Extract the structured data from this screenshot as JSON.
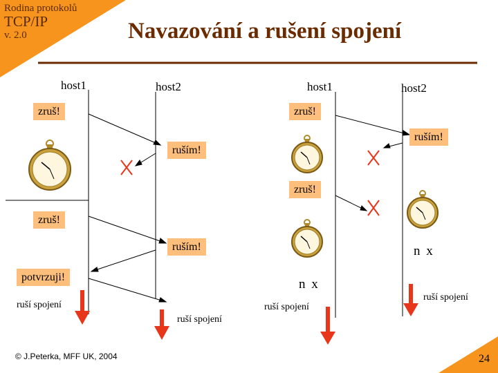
{
  "corner": {
    "line1": "Rodina protokolů",
    "line2": "TCP/IP",
    "line3": "v. 2.0"
  },
  "title": "Navazování a rušení spojení",
  "left": {
    "host1": "host1",
    "host2": "host2",
    "msg_zrus_1": "zruš!",
    "msg_rusim_1": "ruším!",
    "msg_zrus_2": "zruš!",
    "msg_rusim_2": "ruším!",
    "msg_potvrzuji": "potvrzuji!",
    "rusi_spojeni_host1": "ruší spojení",
    "rusi_spojeni_host2": "ruší spojení"
  },
  "right": {
    "host1": "host1",
    "host2": "host2",
    "msg_zrus_1": "zruš!",
    "msg_rusim": "ruším!",
    "msg_zrus_2": "zruš!",
    "nx_host1": "n x",
    "nx_host2": "n x",
    "rusi_spojeni_host1": "ruší spojení",
    "rusi_spojeni_host2": "ruší spojení"
  },
  "footer": {
    "copyright": "© J.Peterka, MFF UK, 2004",
    "page_number": "24"
  },
  "colors": {
    "accent": "#f7941d",
    "title": "#6b2b00",
    "box": "#fdbf7b",
    "cross": "#e8361b",
    "arrow": "#e8361b"
  },
  "icons": [
    "stopwatch-icon",
    "cross-icon",
    "down-arrow-icon"
  ]
}
